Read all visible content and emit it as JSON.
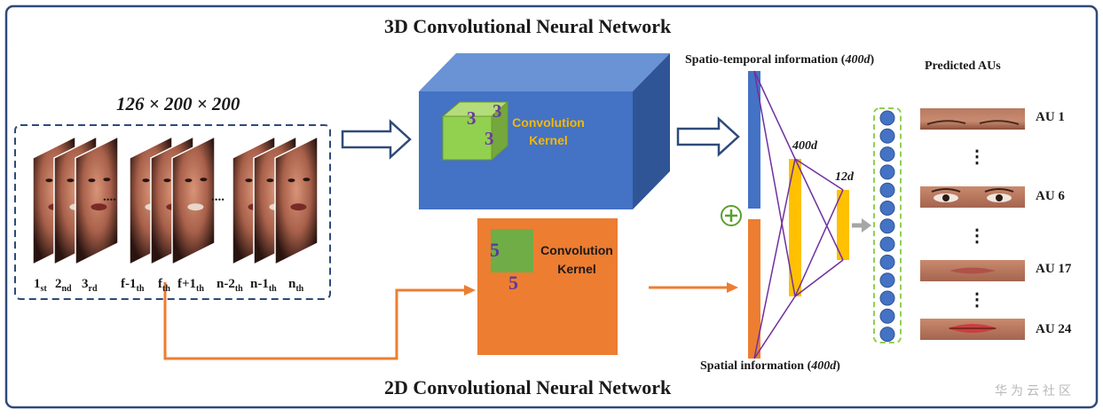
{
  "titles": {
    "top": "3D Convolutional Neural Network",
    "bottom": "2D Convolutional Neural Network"
  },
  "input_dims": "126 × 200 × 200",
  "frame_labels": [
    {
      "base": "1",
      "sub": "st"
    },
    {
      "base": "2",
      "sub": "nd"
    },
    {
      "base": "3",
      "sub": "rd"
    },
    {
      "base": "f-1",
      "sub": "th"
    },
    {
      "base": "f",
      "sub": "th"
    },
    {
      "base": "f+1",
      "sub": "th"
    },
    {
      "base": "n-2",
      "sub": "th"
    },
    {
      "base": "n-1",
      "sub": "th"
    },
    {
      "base": "n",
      "sub": "th"
    }
  ],
  "ellipsis": "....",
  "kernel_3d": {
    "label_line1": "Convolution",
    "label_line2": "Kernel",
    "size": "3"
  },
  "kernel_2d": {
    "label_line1": "Convolution",
    "label_line2": "Kernel",
    "size": "5"
  },
  "spatio_temporal": {
    "text": "Spatio-temporal information (",
    "dim": "400d",
    "close": ")"
  },
  "spatial": {
    "text": "Spatial information (",
    "dim": "400d",
    "close": ")"
  },
  "fc_dims": {
    "first": "400d",
    "second": "12d"
  },
  "concat_symbol": "+",
  "predicted_title": "Predicted AUs",
  "aus": [
    "AU 1",
    "AU 6",
    "AU 17",
    "AU 24"
  ],
  "vertical_dots": "⋮",
  "watermark": "华为云社区",
  "colors": {
    "border": "#2e4a7a",
    "cube_front": "#4472c4",
    "cube_top": "#6a93d6",
    "cube_side": "#2f5597",
    "kernel_green": "#92d050",
    "orange_box": "#ed7d31",
    "kernel_2d_green": "#70ad47",
    "fc_yellow": "#ffc000",
    "link_purple": "#7030a0",
    "node_blue": "#4472c4",
    "dashed_green": "#92d050",
    "plus_green": "#5aa02c"
  }
}
